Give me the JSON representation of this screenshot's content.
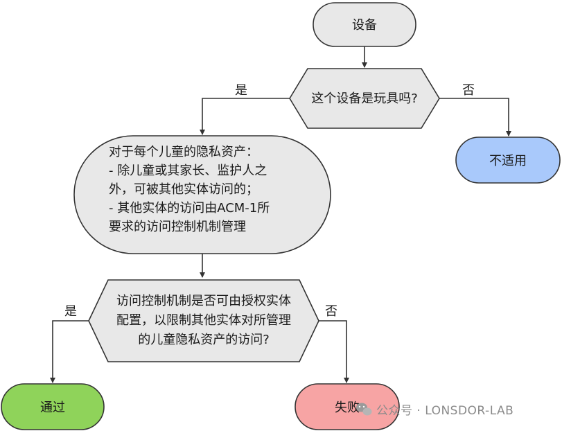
{
  "nodes": {
    "device": {
      "label": "设备"
    },
    "is_toy": {
      "label": "这个设备是玩具吗?"
    },
    "not_applicable": {
      "label": "不适用"
    },
    "privacy_assets": {
      "lines": [
        "对于每个儿童的隐私资产：",
        "- 除儿童或其家长、监护人之",
        "外，可被其他实体访问的；",
        "- 其他实体的访问由ACM-1所",
        "要求的访问控制机制管理"
      ]
    },
    "acm_config": {
      "lines": [
        "访问控制机制是否可由授权实体",
        "配置，以限制其他实体对所管理",
        "的儿童隐私资产的访问?"
      ]
    },
    "pass": {
      "label": "通过"
    },
    "fail": {
      "label": "失败"
    }
  },
  "edges": {
    "toy_yes": "是",
    "toy_no": "否",
    "acm_yes": "是",
    "acm_no": "否"
  },
  "watermark": {
    "text": "公众号 · LONSDOR-LAB",
    "icon": "wechat-icon"
  },
  "colors": {
    "gray_fill": "#e8e8e8",
    "blue_fill": "#a9c9fb",
    "green_fill": "#8fd35a",
    "red_fill": "#f7a4a4",
    "stroke": "#333333"
  }
}
